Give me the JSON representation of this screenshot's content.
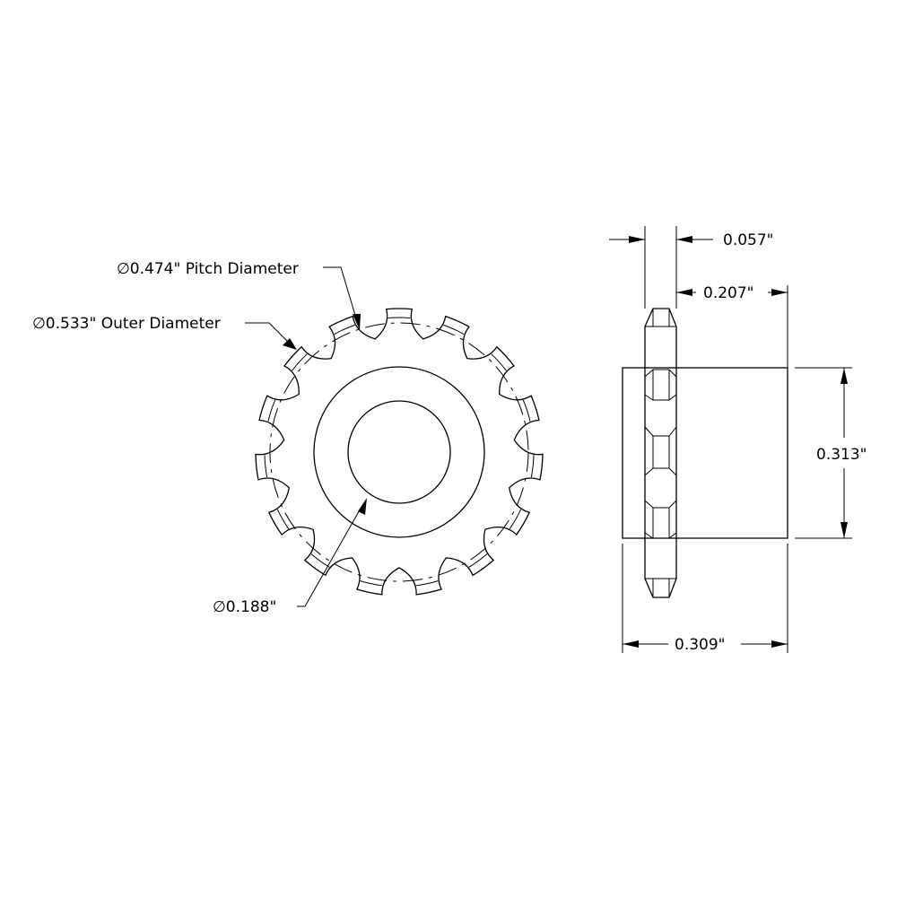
{
  "drawing": {
    "front_view": {
      "tooth_count": 15,
      "labels": {
        "pitch_diameter": "∅0.474\" Pitch Diameter",
        "outer_diameter": "∅0.533\" Outer Diameter",
        "bore": "∅0.188\""
      }
    },
    "side_view": {
      "labels": {
        "tooth_width": "0.057\"",
        "hub_length": "0.207\"",
        "hub_diameter": "0.313\"",
        "overall_length": "0.309\""
      }
    }
  }
}
